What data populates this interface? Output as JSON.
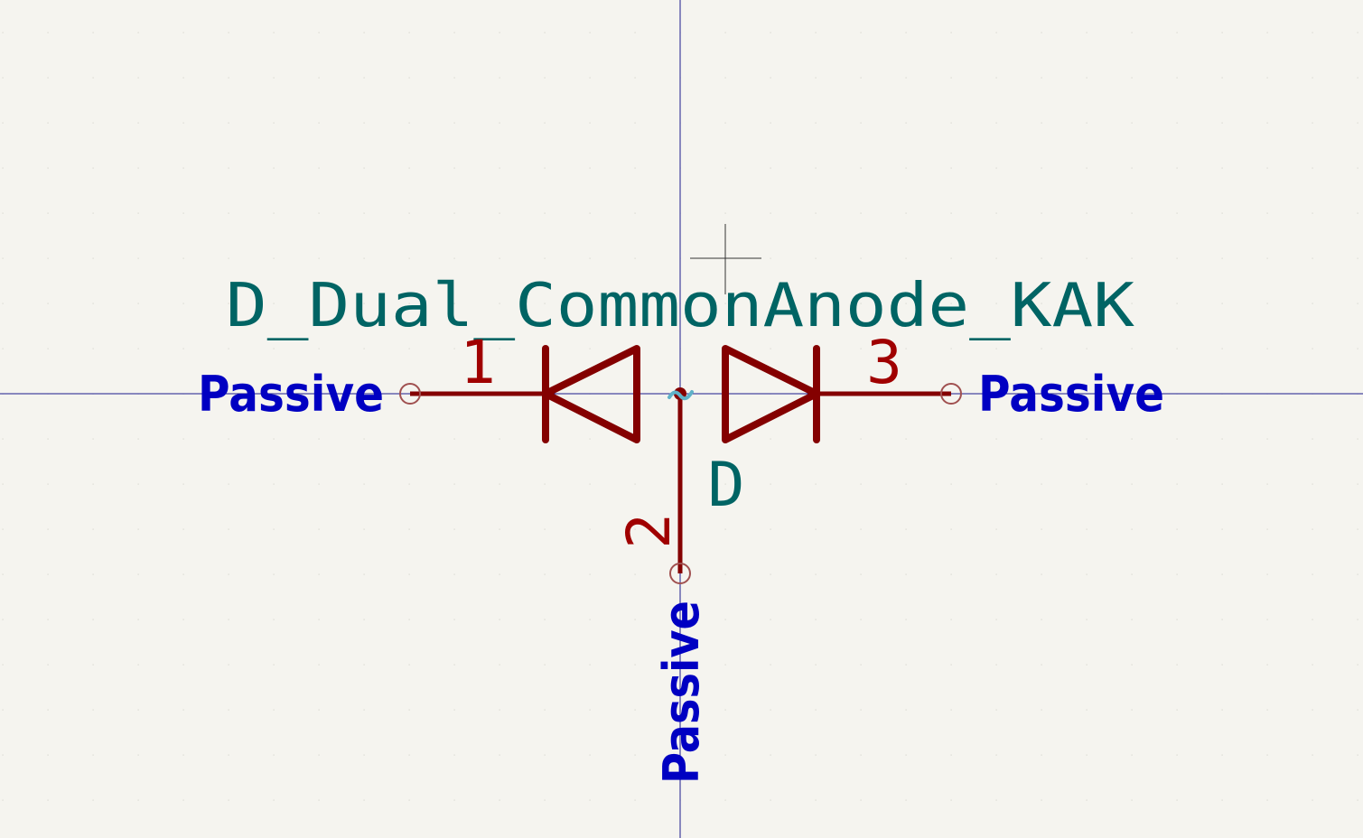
{
  "symbol": {
    "value": "D_Dual_CommonAnode_KAK",
    "reference": "D"
  },
  "pins": [
    {
      "number": "1",
      "electrical_type": "Passive"
    },
    {
      "number": "2",
      "electrical_type": "Passive"
    },
    {
      "number": "3",
      "electrical_type": "Passive"
    }
  ],
  "colors": {
    "background": "#f5f4ef",
    "axis": "#1a1a8c",
    "body": "#840000",
    "pin_number": "#a00000",
    "field_text": "#006464",
    "pin_type_text": "#0000c2",
    "pin_end": "#a05050",
    "grid_dot": "#d8d8d0",
    "hidden_marker": "#5fb2c8"
  }
}
